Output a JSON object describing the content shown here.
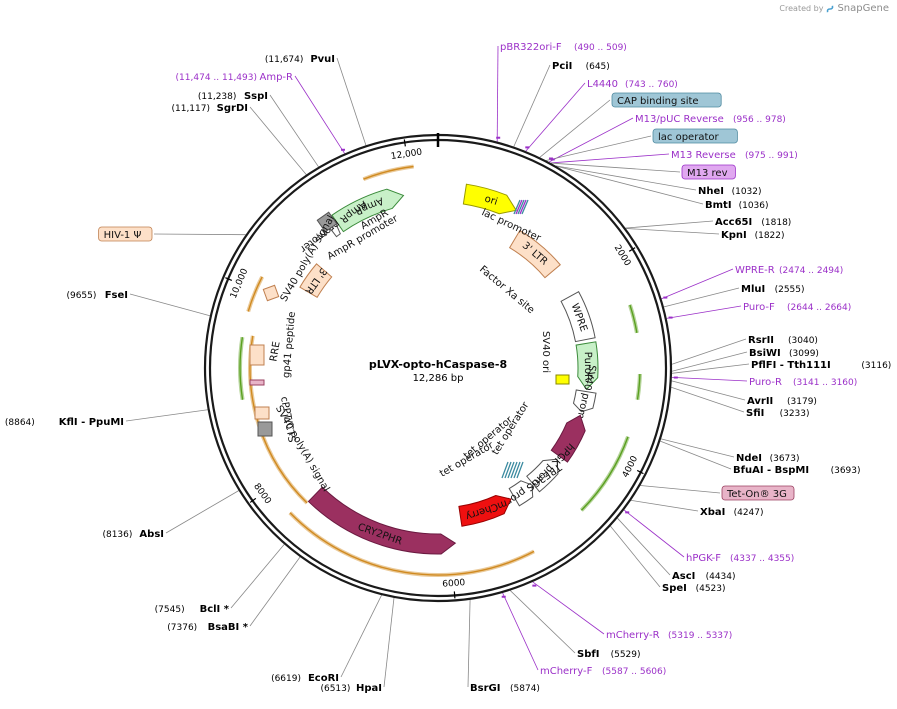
{
  "credit": {
    "created_by": "Created by",
    "brand": "SnapGene"
  },
  "plasmid": {
    "name": "pLVX-opto-hCaspase-8",
    "length": "12,286 bp"
  },
  "ticks": [
    {
      "pos": 2000,
      "label": "2000"
    },
    {
      "pos": 4000,
      "label": "4000"
    },
    {
      "pos": 6000,
      "label": "6000"
    },
    {
      "pos": 8000,
      "label": "8000"
    },
    {
      "pos": 10000,
      "label": "10,000"
    },
    {
      "pos": 12000,
      "label": "12,000"
    }
  ],
  "right_labels": [
    {
      "type": "primer",
      "name": "pBR322ori-F",
      "pos": "(490 .. 509)",
      "site": 500
    },
    {
      "type": "enzyme",
      "name": "PciI",
      "pos": "(645)",
      "site": 645
    },
    {
      "type": "primer",
      "name": "L4440",
      "pos": "(743 .. 760)",
      "site": 752
    },
    {
      "type": "box",
      "name": "CAP binding site",
      "color": "#9fc6d6",
      "border": "#4f8aa0",
      "site": 880
    },
    {
      "type": "primer",
      "name": "M13/pUC Reverse",
      "pos": "(956 .. 978)",
      "site": 967
    },
    {
      "type": "box",
      "name": "lac operator",
      "color": "#9fc6d6",
      "border": "#4f8aa0",
      "site": 940
    },
    {
      "type": "primer",
      "name": "M13 Reverse",
      "pos": "(975 .. 991)",
      "site": 983
    },
    {
      "type": "box",
      "name": "M13 rev",
      "color": "#e0a8f0",
      "border": "#9b30c8",
      "site": 985
    },
    {
      "type": "enzyme",
      "name": "NheI",
      "pos": "(1032)",
      "site": 1032
    },
    {
      "type": "enzyme",
      "name": "BmtI",
      "pos": "(1036)",
      "site": 1036
    },
    {
      "type": "enzyme",
      "name": "Acc65I",
      "pos": "(1818)",
      "site": 1818
    },
    {
      "type": "enzyme",
      "name": "KpnI",
      "pos": "(1822)",
      "site": 1822
    },
    {
      "type": "primer",
      "name": "WPRE-R",
      "pos": "(2474 .. 2494)",
      "site": 2484
    },
    {
      "type": "enzyme",
      "name": "MluI",
      "pos": "(2555)",
      "site": 2555
    },
    {
      "type": "primer",
      "name": "Puro-F",
      "pos": "(2644 .. 2664)",
      "site": 2654
    },
    {
      "type": "enzyme",
      "name": "RsrII",
      "pos": "(3040)",
      "site": 3040
    },
    {
      "type": "enzyme",
      "name": "BsiWI",
      "pos": "(3099)",
      "site": 3099
    },
    {
      "type": "enzyme",
      "name": "PflFI  - Tth111I",
      "pos": "(3116)",
      "site": 3116
    },
    {
      "type": "primer",
      "name": "Puro-R",
      "pos": "(3141 .. 3160)",
      "site": 3150
    },
    {
      "type": "enzyme",
      "name": "AvrII",
      "pos": "(3179)",
      "site": 3179
    },
    {
      "type": "enzyme",
      "name": "SfiI",
      "pos": "(3233)",
      "site": 3233
    },
    {
      "type": "enzyme",
      "name": "NdeI",
      "pos": "(3673)",
      "site": 3673
    },
    {
      "type": "enzyme",
      "name": "BfuAI  - BspMI",
      "pos": "(3693)",
      "site": 3693
    },
    {
      "type": "box",
      "name": "Tet-On® 3G",
      "color": "#e8b4c8",
      "border": "#9a4060",
      "site": 4100
    },
    {
      "type": "enzyme",
      "name": "XbaI",
      "pos": "(4247)",
      "site": 4247
    },
    {
      "type": "primer",
      "name": "hPGK-F",
      "pos": "(4337 .. 4355)",
      "site": 4346
    },
    {
      "type": "enzyme",
      "name": "AscI",
      "pos": "(4434)",
      "site": 4434
    },
    {
      "type": "enzyme",
      "name": "SpeI",
      "pos": "(4523)",
      "site": 4523
    },
    {
      "type": "primer",
      "name": "mCherry-R",
      "pos": "(5319 .. 5337)",
      "site": 5328
    },
    {
      "type": "enzyme",
      "name": "SbfI",
      "pos": "(5529)",
      "site": 5529
    },
    {
      "type": "primer",
      "name": "mCherry-F",
      "pos": "(5587 .. 5606)",
      "site": 5596
    },
    {
      "type": "enzyme",
      "name": "BsrGI",
      "pos": "(5874)",
      "site": 5874
    }
  ],
  "left_labels": [
    {
      "type": "enzyme",
      "name": "PvuI",
      "pos": "(11,674)",
      "site": 11674
    },
    {
      "type": "primer",
      "name": "Amp-R",
      "pos": "(11,474 .. 11,493)",
      "site": 11483
    },
    {
      "type": "enzyme",
      "name": "SspI",
      "pos": "(11,238)",
      "site": 11238
    },
    {
      "type": "enzyme",
      "name": "SgrDI",
      "pos": "(11,117)",
      "site": 11117
    },
    {
      "type": "box",
      "name": "HIV-1 Ψ",
      "color": "#fde0c8",
      "border": "#c08050",
      "site": 10400
    },
    {
      "type": "enzyme",
      "name": "FseI",
      "pos": "(9655)",
      "site": 9655
    },
    {
      "type": "enzyme",
      "name": "KflI  - PpuMI",
      "pos": "(8864)",
      "site": 8864
    },
    {
      "type": "enzyme",
      "name": "AbsI",
      "pos": "(8136)",
      "site": 8136
    },
    {
      "type": "enzyme",
      "name": "BclI *",
      "pos": "(7545)",
      "site": 7545
    },
    {
      "type": "enzyme",
      "name": "BsaBI *",
      "pos": "(7376)",
      "site": 7376
    },
    {
      "type": "enzyme",
      "name": "EcoRI",
      "pos": "(6619)",
      "site": 6619
    },
    {
      "type": "enzyme",
      "name": "HpaI",
      "pos": "(6513)",
      "site": 6513
    }
  ],
  "features": [
    {
      "name": "ori",
      "start": 300,
      "end": 900,
      "color": "#ffff00",
      "stroke": "#999900",
      "ring": 0,
      "dir": 1
    },
    {
      "name": "3' LTR",
      "start": 1050,
      "end": 1700,
      "color": "#fde0c8",
      "stroke": "#c08050",
      "ring": 1,
      "dir": 0
    },
    {
      "name": "WPRE",
      "start": 2100,
      "end": 2700,
      "color": "#ffffff",
      "stroke": "#555555",
      "ring": 1,
      "dir": 0
    },
    {
      "name": "PuroR",
      "start": 2750,
      "end": 3350,
      "color": "#c8f0c8",
      "stroke": "#3a8a3a",
      "ring": 1,
      "dir": 1
    },
    {
      "name": "SV40 promoter",
      "start": 3380,
      "end": 3650,
      "color": "#ffffff",
      "stroke": "#555555",
      "ring": 1,
      "dir": 1
    },
    {
      "name": "",
      "start": 3700,
      "end": 4300,
      "color": "#9b3060",
      "stroke": "#6a1a40",
      "ring": 1,
      "dir": -1
    },
    {
      "name": "hPGK promoter",
      "start": 4350,
      "end": 4800,
      "color": "#ffffff",
      "stroke": "#555555",
      "ring": 1,
      "dir": -1
    },
    {
      "name": "TRE3GS promoter",
      "start": 4820,
      "end": 5100,
      "color": "#ffffff",
      "stroke": "#555555",
      "ring": 1,
      "dir": -1
    },
    {
      "name": "mCherry",
      "start": 5150,
      "end": 5850,
      "color": "#ee1010",
      "stroke": "#990000",
      "ring": 1,
      "dir": -1
    },
    {
      "name": "CRY2PHR",
      "start": 5950,
      "end": 7650,
      "color": "#9b3060",
      "stroke": "#6a1a40",
      "ring": 0,
      "dir": -1
    },
    {
      "name": "AmpR",
      "start": 11100,
      "end": 11900,
      "color": "#c8f0c8",
      "stroke": "#3a8a3a",
      "ring": 0,
      "dir": 1
    },
    {
      "name": "3' LTR",
      "start": 10250,
      "end": 10600,
      "color": "#fde0c8",
      "stroke": "#c08050",
      "ring": 1,
      "dir": 0
    },
    {
      "name": "AmpR promoter",
      "start": 11000,
      "end": 11080,
      "color": "#ffffff",
      "stroke": "#555555",
      "ring": 0,
      "dir": 1
    }
  ],
  "inner_labels": [
    {
      "text": "lac promoter"
    },
    {
      "text": "Factor Xa site"
    },
    {
      "text": "SV40 ori"
    },
    {
      "text": "tet operator"
    },
    {
      "text": "tet operator"
    },
    {
      "text": "tet operator"
    },
    {
      "text": "AmpR"
    },
    {
      "text": "AmpR promoter"
    },
    {
      "text": "SV40 poly(A) signal"
    },
    {
      "text": "RRE"
    },
    {
      "text": "gp41 peptide"
    },
    {
      "text": "cPPT/CTS"
    },
    {
      "text": "SV40 poly(A) signal"
    }
  ],
  "colors": {
    "backbone": "#1a1a1a",
    "primer": "#9b30c8",
    "enzyme_line": "#888888",
    "orange_arc": "#d08a20",
    "green_arc": "#5aa020"
  }
}
